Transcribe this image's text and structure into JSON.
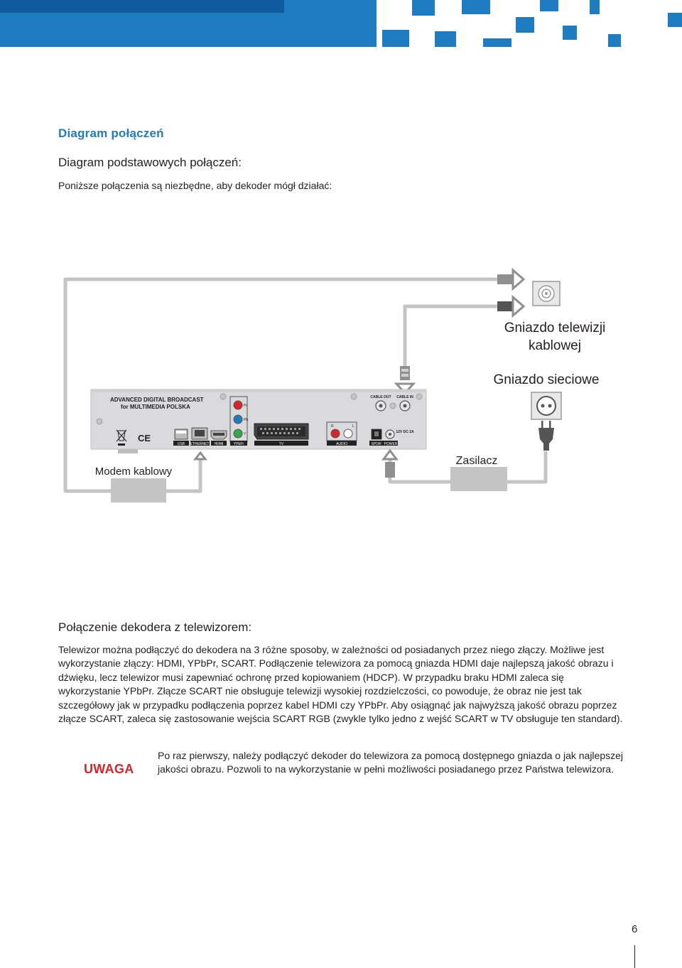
{
  "header": {
    "section_title": "Diagram połączeń",
    "subtitle": "Diagram podstawowych połączeń:",
    "intro": "Poniższe połączenia są niezbędne, aby dekoder mógł działać:"
  },
  "diagram": {
    "label_cable_socket_line1": "Gniazdo telewizji",
    "label_cable_socket_line2": "kablowej",
    "label_power_socket": "Gniazdo sieciowe",
    "label_modem": "Modem kablowy",
    "label_power_supply": "Zasilacz",
    "brand_line1": "ADVANCED DIGITAL BROADCAST",
    "brand_line2": "for MULTIMEDIA POLSKA",
    "port_cable_out": "CABLE OUT",
    "port_cable_in": "CABLE IN",
    "port_usb": "USB",
    "port_ethernet": "ETHERNET",
    "port_hdmi": "HDMI",
    "port_ypbpr": "YPbPr",
    "port_tv": "TV",
    "port_audio": "AUDIO",
    "port_spdif": "SPDIF",
    "port_power": "POWER",
    "power_rating": "12V DC 2A",
    "label_y": "Y",
    "label_pb": "Pb",
    "label_pr": "Pr",
    "label_r": "R",
    "label_l": "L",
    "ce_mark": "CE"
  },
  "tv_section": {
    "heading": "Połączenie dekodera z telewizorem:",
    "paragraph": "Telewizor można podłączyć do dekodera na 3 różne sposoby, w zależności od posiadanych przez niego złączy. Możliwe jest wykorzystanie złączy: HDMI, YPbPr, SCART. Podłączenie telewizora za pomocą gniazda HDMI daje najlepszą jakość obrazu i dźwięku, lecz telewizor musi zapewniać ochronę przed kopiowaniem (HDCP). W przypadku braku HDMI zaleca się wykorzystanie YPbPr. Złącze SCART nie obsługuje telewizji wysokiej rozdzielczości, co powoduje, że obraz nie jest tak szczegółowy jak w przypadku podłączenia poprzez kabel HDMI czy YPbPr. Aby osiągnąć jak najwyższą jakość obrazu poprzez złącze SCART, zaleca się zastosowanie wejścia SCART RGB (zwykle tylko jedno z wejść SCART w TV obsługuje ten standard)."
  },
  "note": {
    "label": "UWAGA",
    "text": "Po raz pierwszy, należy podłączyć dekoder do telewizora za pomocą dostępnego gniazda o jak najlepszej jakości obrazu. Pozwoli to na wykorzystanie w pełni możliwości posiadanego przez Państwa telewizora."
  },
  "footer": {
    "page_number": "6"
  },
  "colors": {
    "accent_blue": "#1f7cc1",
    "warning_red": "#d9232d",
    "cable_gray": "#c4c4c4",
    "device_gray": "#dadadc"
  }
}
